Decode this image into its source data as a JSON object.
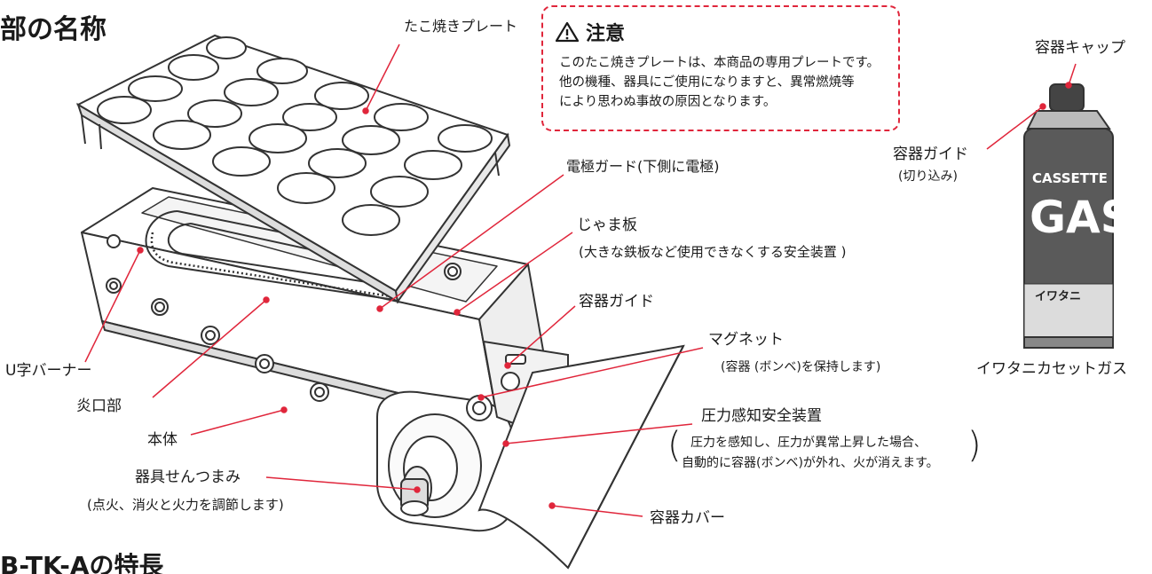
{
  "heading_top": "部の名称",
  "heading_bottom": "B-TK-Aの特長",
  "caution": {
    "title": "注意",
    "lines": [
      "このたこ焼きプレートは、本商品の専用プレートです。",
      "他の機種、器具にご使用になりますと、異常燃焼等",
      "により思わぬ事故の原因となります。"
    ]
  },
  "labels": {
    "takoyaki_plate": "たこ焼きプレート",
    "electrode_guard": "電極ガード(下側に電極)",
    "jama_ita": "じゃま板",
    "jama_ita_note": "(大きな鉄板など使用できなくする安全装置 )",
    "container_guide": "容器ガイド",
    "magnet": "マグネット",
    "magnet_note": "(容器 (ボンベ)を保持します)",
    "pressure_device": "圧力感知安全装置",
    "pressure_note_1": "圧力を感知し、圧力が異常上昇した場合、",
    "pressure_note_2": "自動的に容器(ボンベ)が外れ、火が消えます。",
    "u_burner": "U字バーナー",
    "burner_port": "炎口部",
    "body": "本体",
    "knob": "器具せんつまみ",
    "knob_note": "(点火、消火と火力を調節します)",
    "container_cover": "容器カバー",
    "container_cap": "容器キャップ",
    "can_guide": "容器ガイド",
    "can_guide_note": "(切り込み)",
    "gas_name": "イワタニカセットガス"
  },
  "can_print": {
    "line1": "CASSETTE",
    "line2": "GAS",
    "brand": "イワタニ"
  },
  "colors": {
    "accent_red": "#e0263b",
    "line_dark": "#333333",
    "can_dark": "#4a4a4a"
  }
}
